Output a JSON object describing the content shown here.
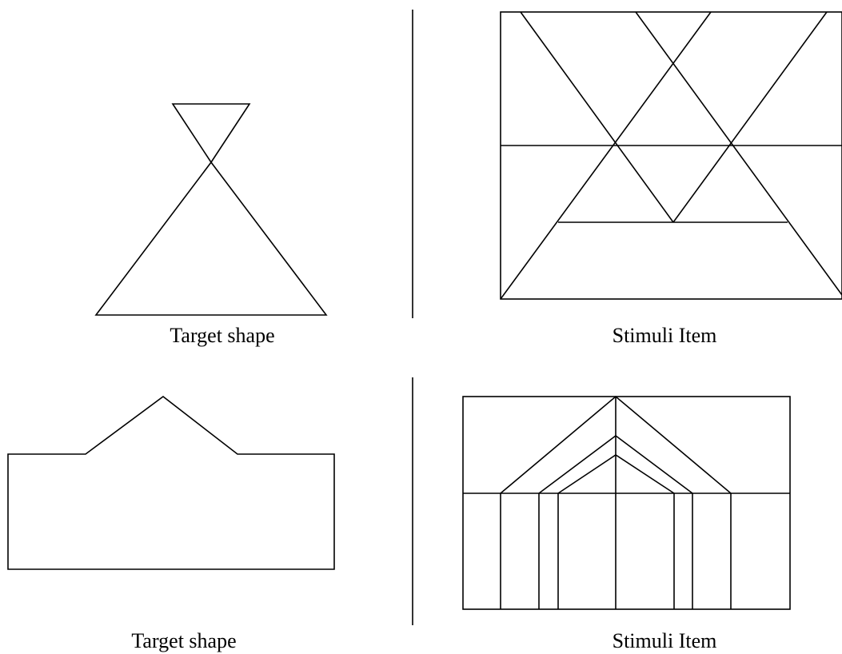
{
  "panels": [
    {
      "id": "top-left",
      "caption": "Target shape"
    },
    {
      "id": "top-right",
      "caption": "Stimuli Item"
    },
    {
      "id": "bottom-left",
      "caption": "Target shape"
    },
    {
      "id": "bottom-right",
      "caption": "Stimuli Item"
    }
  ],
  "colors": {
    "line": "#000000",
    "background": "#ffffff"
  }
}
